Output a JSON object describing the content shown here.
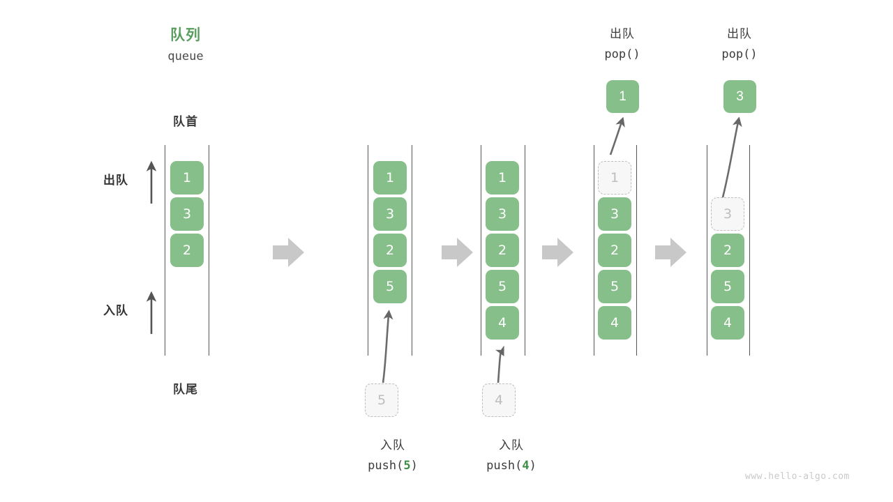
{
  "diagram": {
    "title_cn": "队列",
    "title_en": "queue",
    "head_label": "队首",
    "tail_label": "队尾",
    "dequeue_label": "出队",
    "enqueue_label": "入队",
    "watermark": "www.hello-algo.com",
    "accent_green": "#5a9e5f",
    "cell_green": "#87bf8a",
    "ghost_gray": "#bdbdbd",
    "arrow_gray": "#c8c8c8",
    "rail_gray": "#555555"
  },
  "steps": [
    {
      "id": "initial",
      "header_cn": "",
      "header_code": "",
      "cells": [
        "1",
        "3",
        "2"
      ],
      "ghost_index": null,
      "ghost_value": "",
      "result_value": "",
      "footer_cn": "",
      "footer_code_prefix": "",
      "footer_code_num": "",
      "footer_code_suffix": "",
      "input_ghost_value": ""
    },
    {
      "id": "push-5",
      "header_cn": "",
      "header_code": "",
      "cells": [
        "1",
        "3",
        "2",
        "5"
      ],
      "ghost_index": null,
      "ghost_value": "",
      "result_value": "",
      "footer_cn": "入队",
      "footer_code_prefix": "push(",
      "footer_code_num": "5",
      "footer_code_suffix": ")",
      "input_ghost_value": "5"
    },
    {
      "id": "push-4",
      "header_cn": "",
      "header_code": "",
      "cells": [
        "1",
        "3",
        "2",
        "5",
        "4"
      ],
      "ghost_index": null,
      "ghost_value": "",
      "result_value": "",
      "footer_cn": "入队",
      "footer_code_prefix": "push(",
      "footer_code_num": "4",
      "footer_code_suffix": ")",
      "input_ghost_value": "4"
    },
    {
      "id": "pop-1",
      "header_cn": "出队",
      "header_code": "pop()",
      "cells": [
        "1",
        "3",
        "2",
        "5",
        "4"
      ],
      "ghost_index": 0,
      "ghost_value": "1",
      "result_value": "1",
      "footer_cn": "",
      "footer_code_prefix": "",
      "footer_code_num": "",
      "footer_code_suffix": "",
      "input_ghost_value": ""
    },
    {
      "id": "pop-3",
      "header_cn": "出队",
      "header_code": "pop()",
      "cells": [
        "",
        "3",
        "2",
        "5",
        "4"
      ],
      "ghost_index": 1,
      "ghost_value": "3",
      "result_value": "3",
      "footer_cn": "",
      "footer_code_prefix": "",
      "footer_code_num": "",
      "footer_code_suffix": "",
      "input_ghost_value": ""
    }
  ],
  "labels": {
    "col1_cells": [
      "1",
      "3",
      "2"
    ],
    "col2_cells": [
      "1",
      "3",
      "2",
      "5"
    ],
    "col3_cells": [
      "1",
      "3",
      "2",
      "5",
      "4"
    ],
    "col4_cells": [
      "3",
      "2",
      "5",
      "4"
    ],
    "col5_cells": [
      "2",
      "5",
      "4"
    ]
  }
}
